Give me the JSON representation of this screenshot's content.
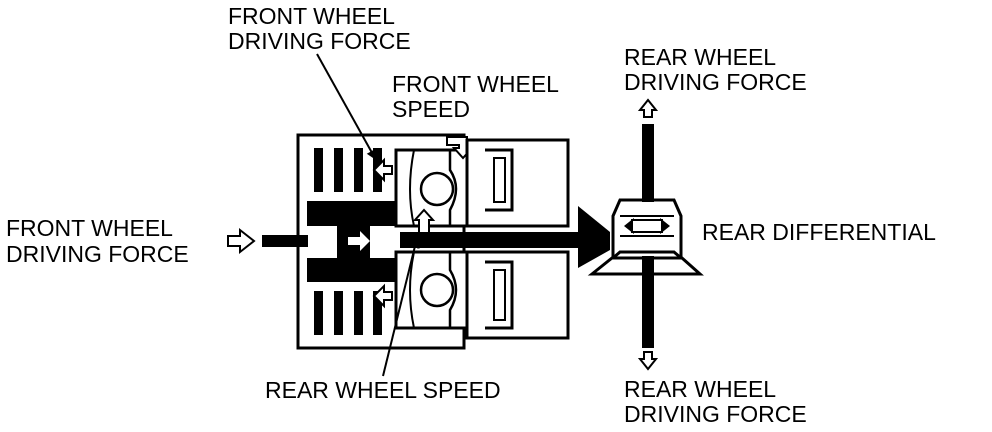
{
  "labels": {
    "front_wheel_driving_force_top": [
      "FRONT WHEEL",
      "DRIVING FORCE"
    ],
    "front_wheel_speed": [
      "FRONT WHEEL",
      "SPEED"
    ],
    "front_wheel_driving_force_left": [
      "FRONT WHEEL",
      "DRIVING FORCE"
    ],
    "rear_wheel_speed": "REAR WHEEL SPEED",
    "rear_wheel_driving_force_top": [
      "REAR WHEEL",
      "DRIVING FORCE"
    ],
    "rear_wheel_driving_force_bottom": [
      "REAR WHEEL",
      "DRIVING FORCE"
    ],
    "rear_differential": "REAR DIFFERENTIAL"
  },
  "colors": {
    "ink": "#000000",
    "paper": "#ffffff"
  }
}
